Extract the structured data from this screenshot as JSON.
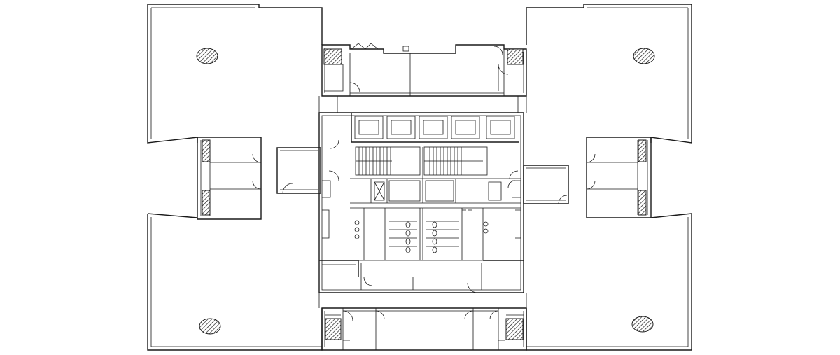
{
  "diagram": {
    "kind": "architectural floor plan",
    "line_color": "#1a1a1a",
    "background_color": "#ffffff",
    "elevators": 5,
    "stairwells": 2,
    "columns": 4,
    "wings": [
      "north-west",
      "north-east",
      "south-west",
      "south-east"
    ],
    "annex_blocks": [
      "north",
      "south",
      "west",
      "east"
    ]
  }
}
